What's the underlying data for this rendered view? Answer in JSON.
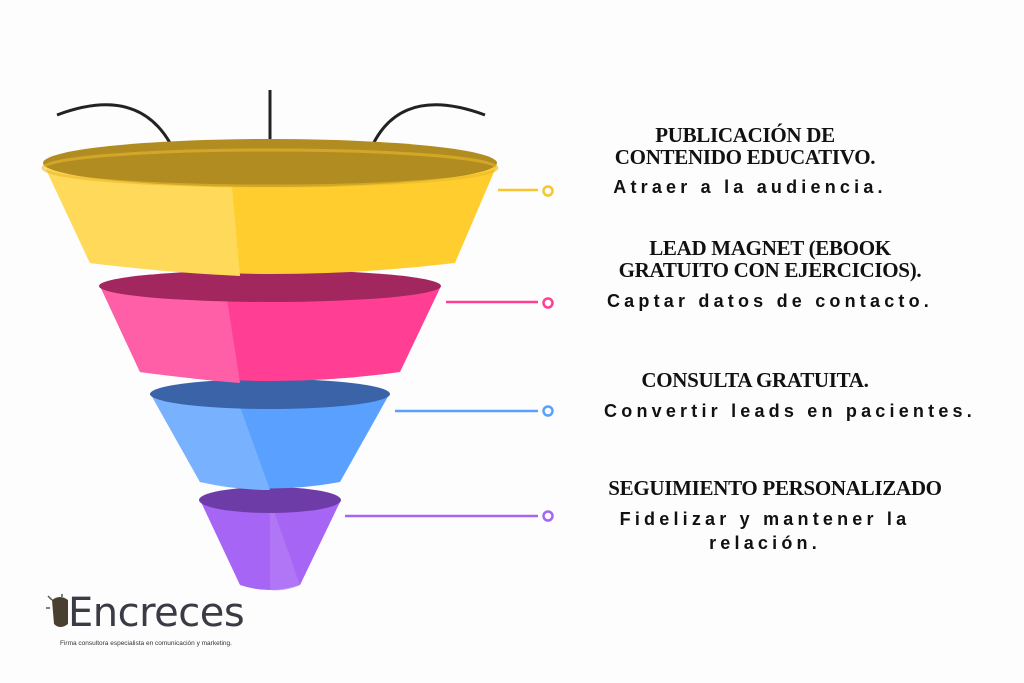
{
  "stages": [
    {
      "title": "PUBLICACIÓN DE\nCONTENIDO EDUCATIVO.",
      "subtitle": "Atraer a la audiencia.",
      "color": "#f7c52c"
    },
    {
      "title": "LEAD MAGNET (EBOOK\nGRATUITO CON EJERCICIOS).",
      "subtitle": "Captar datos de contacto.",
      "color": "#ff3e94"
    },
    {
      "title": "CONSULTA GRATUITA.",
      "subtitle": "Convertir leads en pacientes.",
      "color": "#5aa0ff"
    },
    {
      "title": "SEGUIMIENTO PERSONALIZADO",
      "subtitle": "Fidelizar y mantener la relación.",
      "color": "#a665f5"
    }
  ],
  "logo": {
    "name": "Encreces",
    "tagline": "Firma consultora especialista en comunicación y marketing."
  }
}
